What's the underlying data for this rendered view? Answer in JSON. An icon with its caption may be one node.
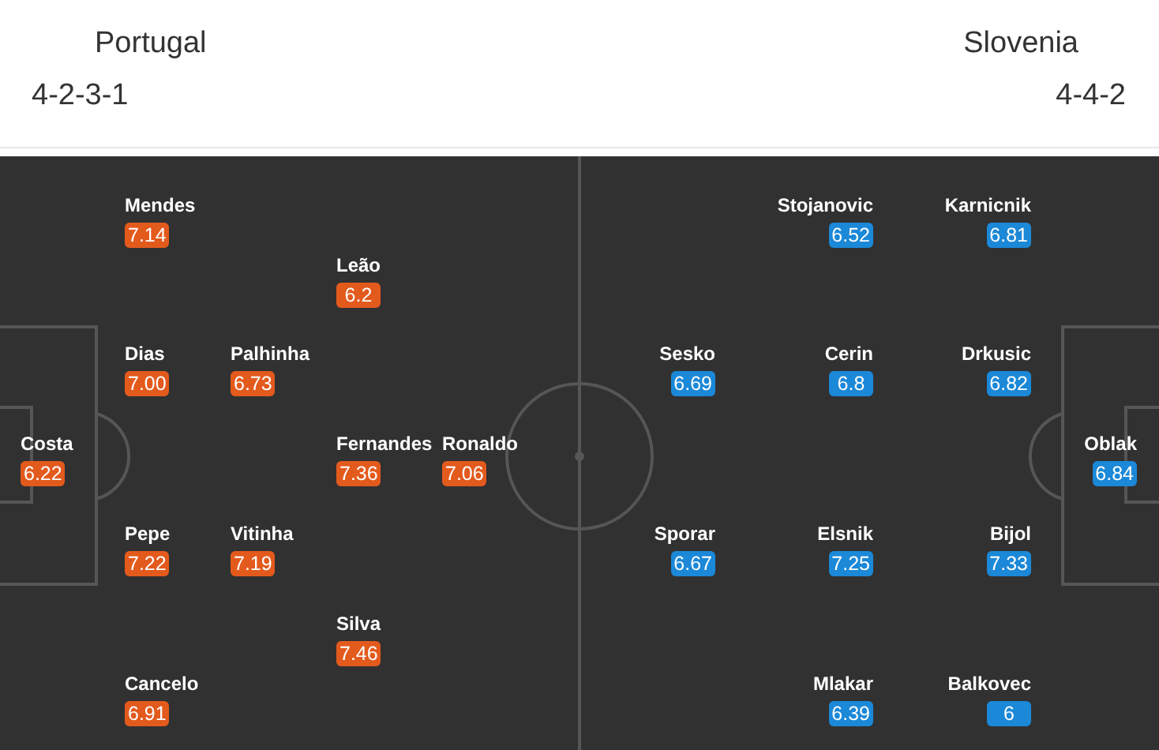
{
  "diagram": {
    "nodes": [
      {
        "text": [
          "Mendes",
          "7.14"
        ]
      },
      {
        "text": [
          "Stojanovic",
          "6.52"
        ]
      },
      {
        "text": [
          "Karnicnik",
          "6.81"
        ]
      },
      {
        "text": [
          "Leão",
          "6.2"
        ]
      },
      {
        "text": [
          "Dias",
          "7.00"
        ]
      },
      {
        "text": [
          "Palhinha",
          "6.73"
        ]
      },
      {
        "text": [
          "Sesko",
          "6.69"
        ]
      },
      {
        "text": [
          "Cerin",
          "6.8"
        ]
      },
      {
        "text": [
          "Drkusic",
          "6.82"
        ]
      },
      {
        "text": [
          "Costa",
          "6.22"
        ]
      },
      {
        "text": [
          "Fernandes",
          "7.36"
        ]
      },
      {
        "text": [
          "Ronaldo",
          "7.06"
        ]
      },
      {
        "text": [
          "Oblak",
          "6.84"
        ]
      },
      {
        "text": [
          "Pepe",
          "7.22"
        ]
      },
      {
        "text": [
          "Vitinha",
          "7.19"
        ]
      },
      {
        "text": [
          "Sporar",
          "6.67"
        ]
      },
      {
        "text": [
          "Elsnik",
          "7.25"
        ]
      },
      {
        "text": [
          "Bijol",
          "7.33"
        ]
      },
      {
        "text": [
          "Silva",
          "7.46"
        ]
      },
      {
        "text": [
          "Cancelo",
          "6.91"
        ]
      },
      {
        "text": [
          "Mlakar",
          "6.39"
        ]
      },
      {
        "text": [
          "Balkovec",
          "6"
        ]
      }
    ],
    "labels": [
      "Portugal",
      "Slovenia",
      "4-2-3-1",
      "4-4-2"
    ]
  }
}
